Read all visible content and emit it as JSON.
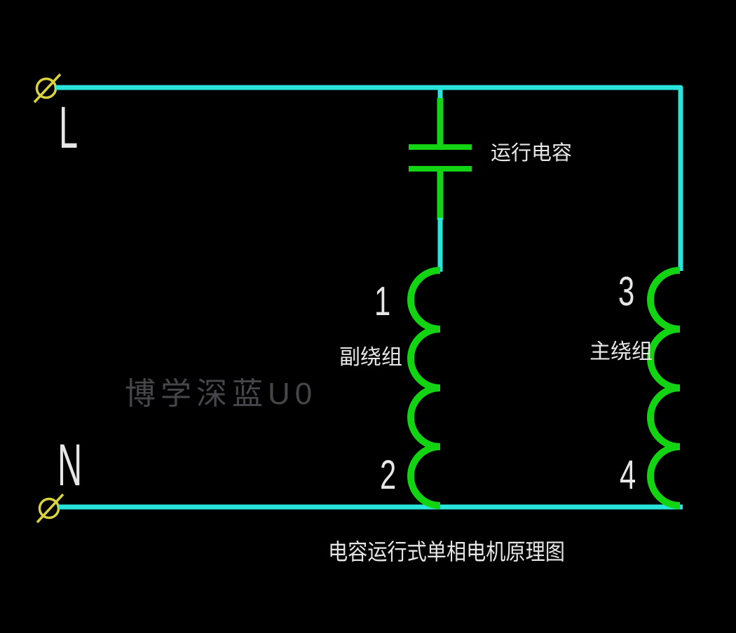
{
  "title": "capacitor-run single-phase motor schematic",
  "colors": {
    "background": "#000000",
    "wire": "#28e4da",
    "component": "#13d413",
    "terminal": "#d9d33f",
    "label": "#e6e6e6",
    "watermark": "#46464a"
  },
  "labels": {
    "line_terminal": "L",
    "neutral_terminal": "N",
    "run_capacitor": "运行电容",
    "aux_winding": "副绕组",
    "main_winding": "主绕组",
    "terminal_1": "1",
    "terminal_2": "2",
    "terminal_3": "3",
    "terminal_4": "4"
  },
  "watermark_text": "博学深蓝U0",
  "caption": "电容运行式单相电机原理图"
}
